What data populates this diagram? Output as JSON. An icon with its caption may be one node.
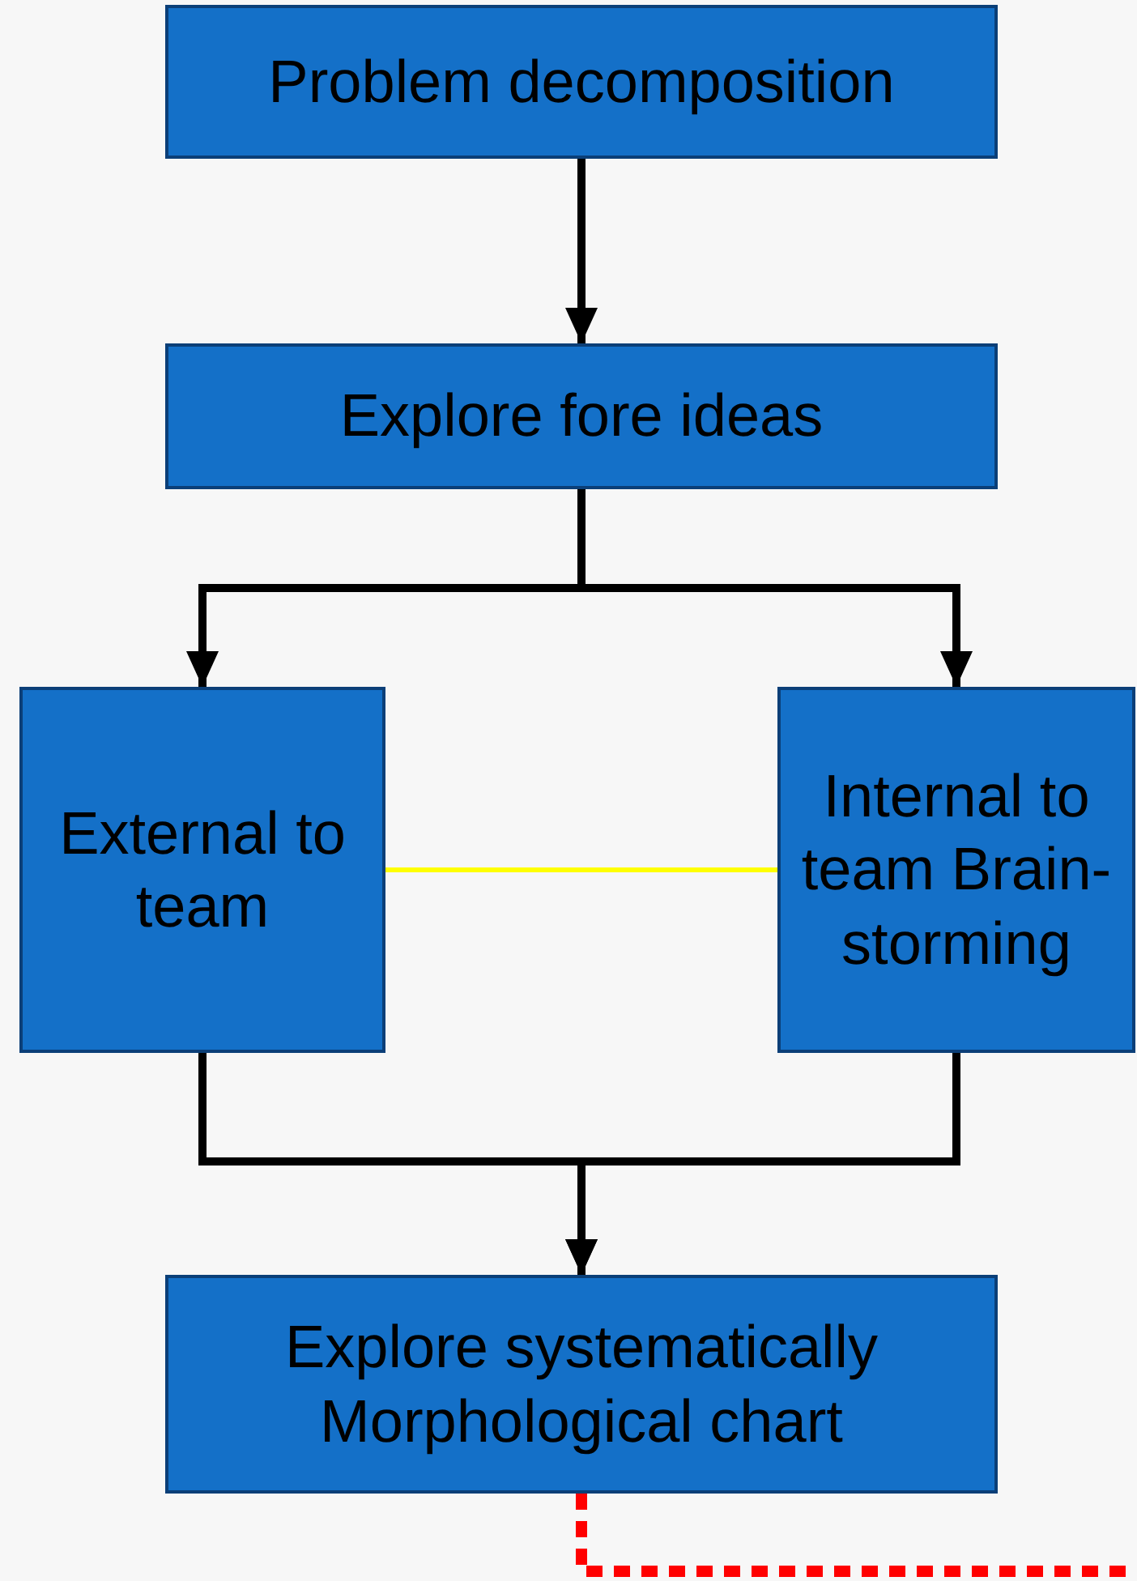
{
  "diagram": {
    "nodes": [
      {
        "text": [
          "Problem decomposition"
        ]
      },
      {
        "text": [
          "Explore fore ideas"
        ]
      },
      {
        "text": [
          "External to team"
        ]
      },
      {
        "text": [
          "Internal to team Brain-storming"
        ]
      },
      {
        "text": [
          "Explore systematically Morphological chart"
        ]
      }
    ],
    "edges": [
      {
        "from": 0,
        "to": 1,
        "arrow": "to"
      },
      {
        "from": 1,
        "to": 2,
        "arrow": "to"
      },
      {
        "from": 1,
        "to": 3,
        "arrow": "to"
      },
      {
        "from": 2,
        "to": 4,
        "arrow": "to"
      },
      {
        "from": 3,
        "to": 4,
        "arrow": "to"
      },
      {
        "from": 2,
        "to": 3,
        "arrow": "none",
        "color": "#ffff00"
      },
      {
        "from": 4,
        "to": null,
        "arrow": "none",
        "style": "dashed",
        "color": "#ff0000"
      }
    ]
  }
}
